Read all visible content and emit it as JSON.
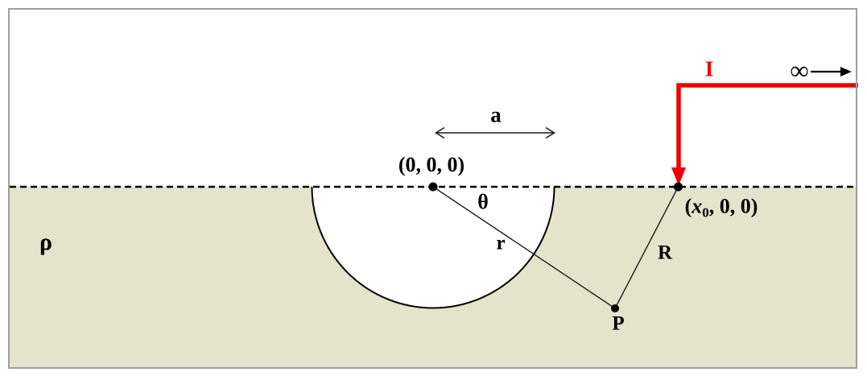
{
  "figure": {
    "labels": {
      "resistivity": "ρ",
      "radius": "a",
      "origin": "(0, 0, 0)",
      "theta": "θ",
      "distance_r": "r",
      "distance_R": "R",
      "point_P": "P",
      "current": "I",
      "infinity": "∞",
      "electrode": {
        "prefix": "(",
        "variable": "x",
        "subscript": "0",
        "suffix": ", 0, 0)"
      }
    },
    "colors": {
      "ground": "#e4e3cc",
      "wire": "#f20000",
      "frame": "#9e9e9e",
      "ink": "#000000"
    }
  }
}
